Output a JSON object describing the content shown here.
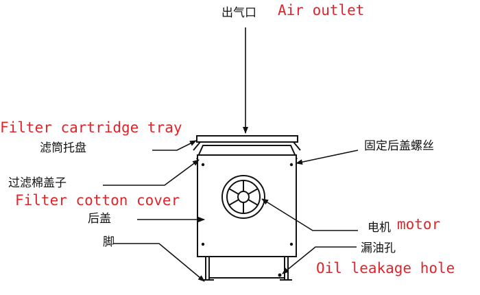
{
  "colors": {
    "line": "#111111",
    "english_label": "#e0242a",
    "chinese_label": "#111111"
  },
  "labels": {
    "air_outlet_cn": "出气口",
    "air_outlet_en": "Air outlet",
    "filter_tray_en": "Filter cartridge tray",
    "filter_tray_cn": "滤筒托盘",
    "fixing_screw_cn": "固定后盖螺丝",
    "cotton_cover_cn": "过滤棉盖子",
    "cotton_cover_en": "Filter cotton cover",
    "rear_cover_cn": "后盖",
    "motor_cn": "电机",
    "motor_en": "motor",
    "foot_cn": "脚",
    "oil_hole_cn": "漏油孔",
    "oil_hole_en": "Oil leakage hole"
  }
}
